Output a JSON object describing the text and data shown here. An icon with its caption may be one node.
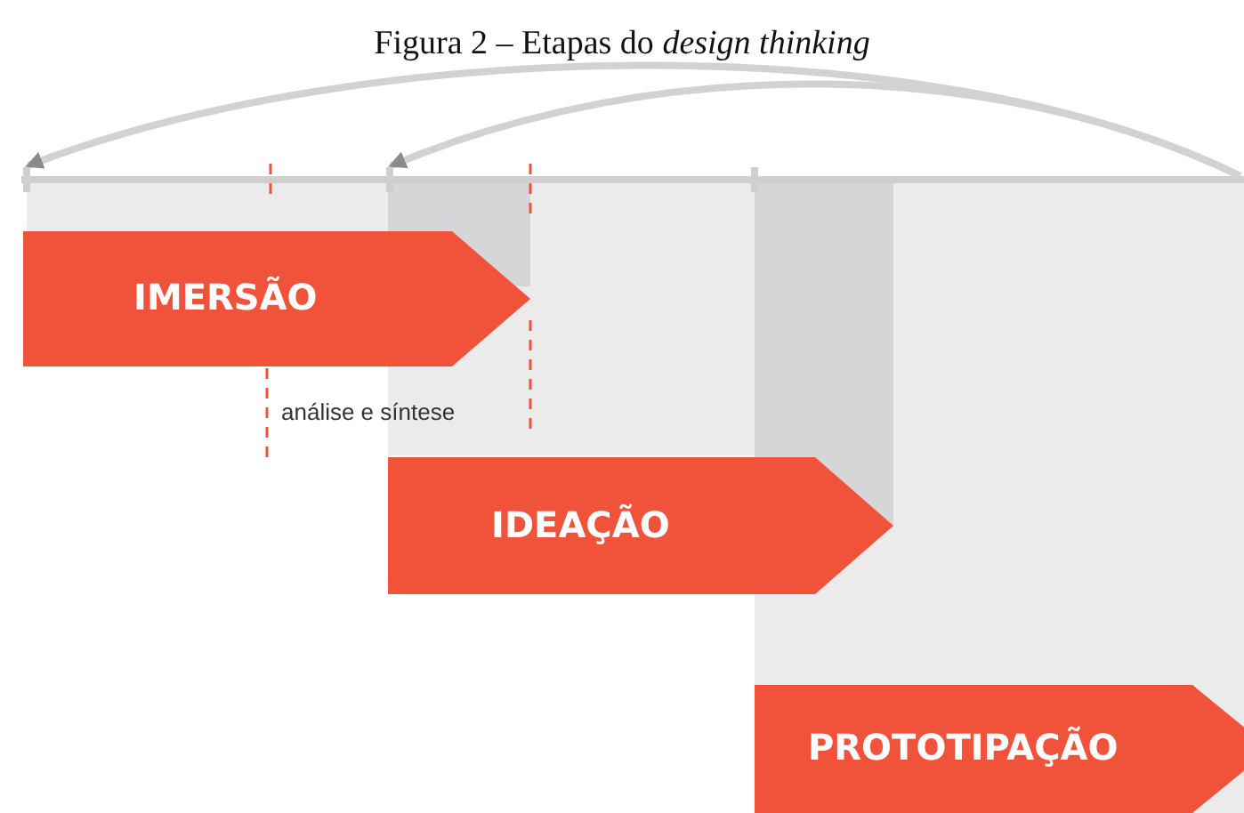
{
  "diagram": {
    "title": "Figura 2 – Etapas do *design thinking*",
    "nodes": [
      {
        "text": [],
        "shape": "bar"
      },
      {
        "text": [],
        "shape": "bar"
      },
      {
        "text": [],
        "shape": "bar"
      },
      {
        "text": [
          "IMERSÃO"
        ]
      },
      {
        "text": [
          "IDEAÇÃO"
        ]
      },
      {
        "text": [
          "PROTOTIPAÇÃO"
        ]
      }
    ],
    "edges": [
      {
        "from": null,
        "to": 0,
        "arrow": "to"
      },
      {
        "from": null,
        "to": 1,
        "arrow": "to"
      }
    ],
    "labels": [
      "análise e síntese"
    ]
  }
}
